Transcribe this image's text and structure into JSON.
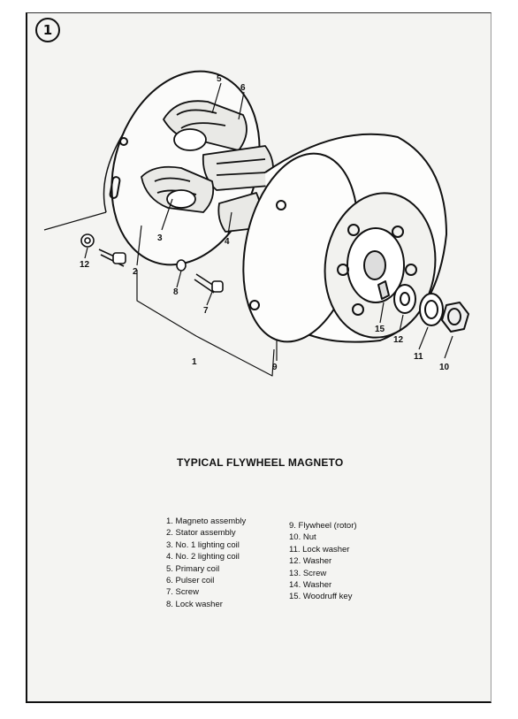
{
  "figure": {
    "number": "1",
    "title": "TYPICAL FLYWHEEL MAGNETO"
  },
  "callouts": [
    "1",
    "2",
    "3",
    "4",
    "5",
    "6",
    "7",
    "8",
    "9",
    "10",
    "11",
    "12",
    "12",
    "15"
  ],
  "legend": {
    "left": [
      "1. Magneto assembly",
      "2. Stator assembly",
      "3. No. 1 lighting coil",
      "4. No. 2 lighting coil",
      "5. Primary coil",
      "6. Pulser coil",
      "7. Screw",
      "8. Lock washer"
    ],
    "right": [
      "9. Flywheel (rotor)",
      "10. Nut",
      "11. Lock washer",
      "12. Washer",
      "13. Screw",
      "14. Washer",
      "15. Woodruff key"
    ]
  }
}
